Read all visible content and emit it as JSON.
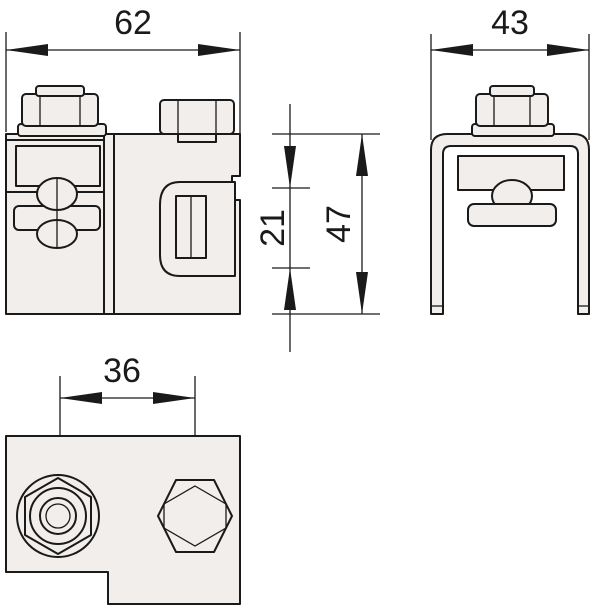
{
  "dimensions": {
    "front_width": "62",
    "side_width": "43",
    "inner_height": "21",
    "total_height": "47",
    "bolt_spacing": "36"
  }
}
